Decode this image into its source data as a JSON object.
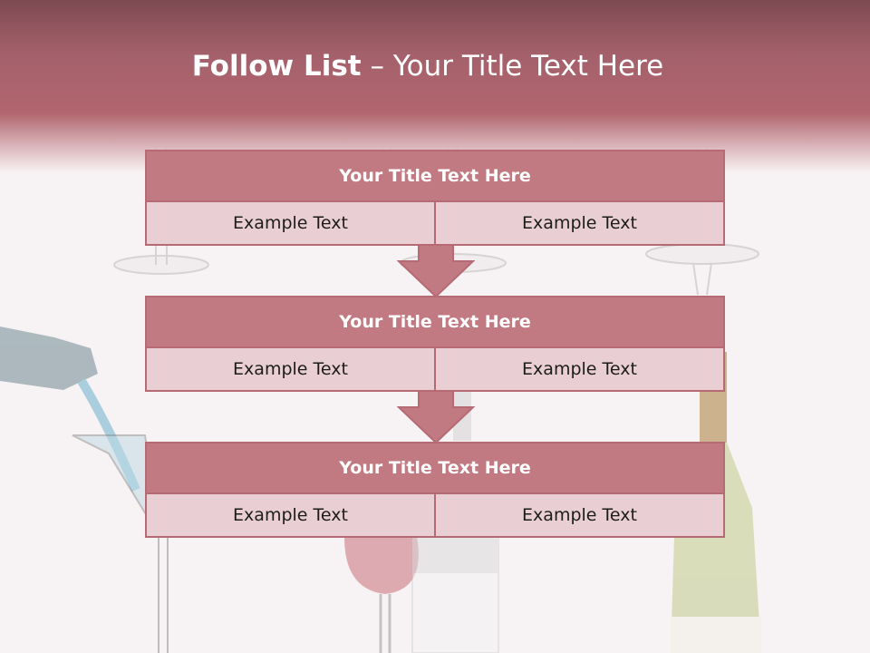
{
  "slide": {
    "title_bold": "Follow List",
    "title_rest": "– Your Title Text Here"
  },
  "blocks": [
    {
      "title": "Your Title Text Here",
      "cells": [
        "Example Text",
        "Example Text"
      ]
    },
    {
      "title": "Your Title Text Here",
      "cells": [
        "Example Text",
        "Example Text"
      ]
    },
    {
      "title": "Your Title Text Here",
      "cells": [
        "Example Text",
        "Example Text"
      ]
    }
  ],
  "colors": {
    "header": "#a4616b",
    "block_title_fill": "#c27a82",
    "block_cell_fill": "#e9cfd3",
    "border": "#b56a74",
    "arrow_fill": "#c27a82"
  },
  "icons": [
    "down-arrow-icon"
  ]
}
